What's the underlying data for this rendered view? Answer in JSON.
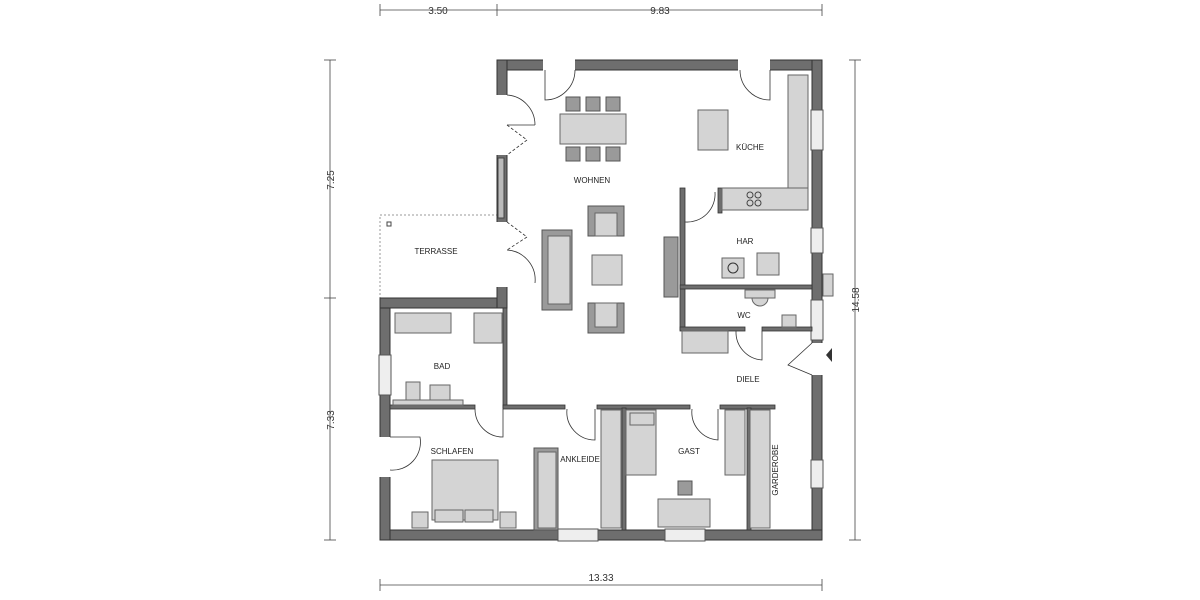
{
  "plan": {
    "dimensions": {
      "top_left": "3.50",
      "top_right": "9.83",
      "left_upper": "7.25",
      "left_lower": "7.33",
      "right": "14.58",
      "bottom": "13.33"
    },
    "rooms": {
      "terrasse": "TERRASSE",
      "wohnen": "WOHNEN",
      "kueche": "KÜCHE",
      "har": "HAR",
      "wc": "WC",
      "diele": "DIELE",
      "bad": "BAD",
      "schlafen": "SCHLAFEN",
      "ankleide": "ANKLEIDE",
      "gast": "GAST",
      "garderobe": "GARDEROBE"
    },
    "colors": {
      "wall": "#6e6e6e",
      "furniture": "#d4d4d4",
      "background": "#ffffff"
    }
  }
}
